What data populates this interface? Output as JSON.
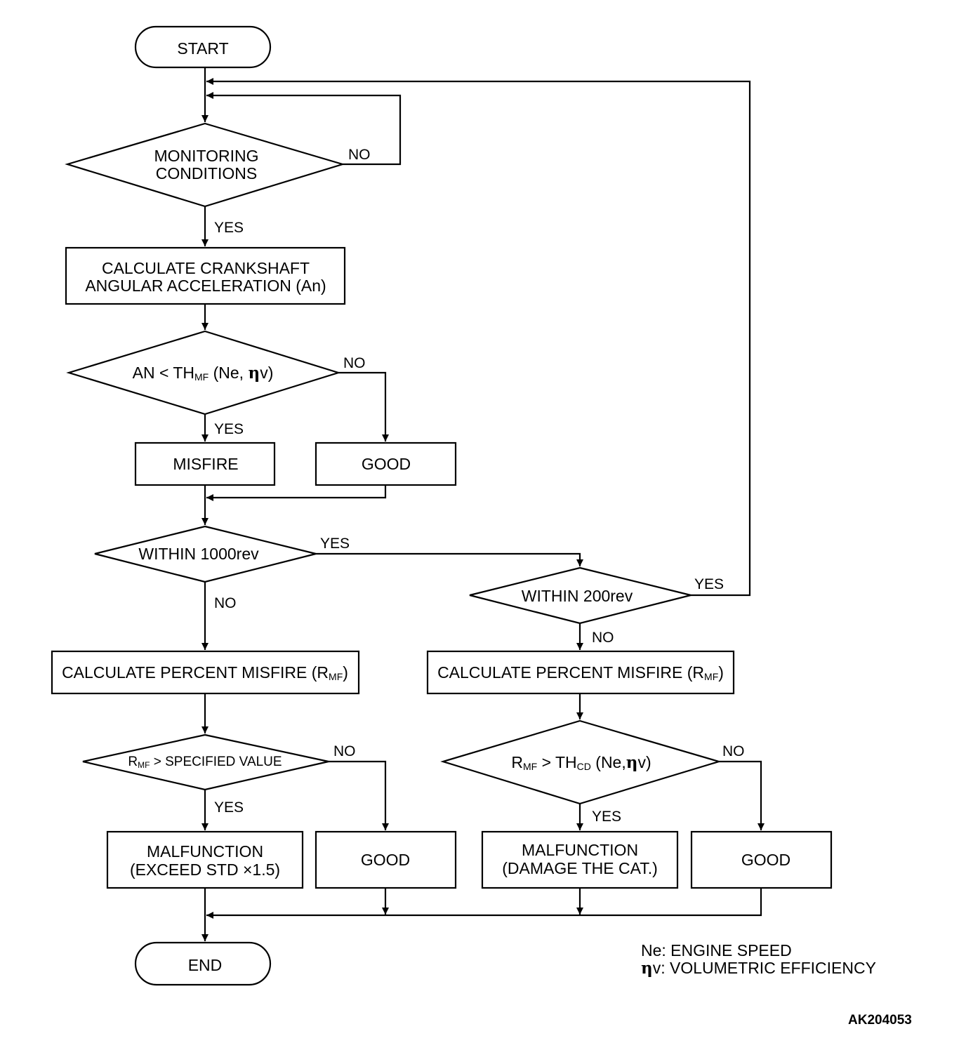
{
  "nodes": {
    "start": "START",
    "monitoring_line1": "MONITORING",
    "monitoring_line2": "CONDITIONS",
    "calc_accel_line1": "CALCULATE CRANKSHAFT",
    "calc_accel_line2": "ANGULAR ACCELERATION (An)",
    "an_test": {
      "a": "AN < TH",
      "sub": "MF",
      "b": " (Ne, ",
      "eta": "η",
      "c": "v)"
    },
    "misfire": "MISFIRE",
    "good_1": "GOOD",
    "within_1000": "WITHIN 1000rev",
    "within_200": "WITHIN 200rev",
    "calc_pct_left": {
      "a": "CALCULATE PERCENT MISFIRE (R",
      "sub": "MF",
      "b": ")"
    },
    "calc_pct_right": {
      "a": "CALCULATE PERCENT MISFIRE (R",
      "sub": "MF",
      "b": ")"
    },
    "rmf_spec": {
      "a": "R",
      "sub": "MF",
      "b": " > SPECIFIED VALUE"
    },
    "rmf_thcd": {
      "a": "R",
      "sub1": "MF",
      "b": " > TH",
      "sub2": "CD",
      "c": " (Ne,",
      "eta": "η",
      "d": "v)"
    },
    "malfunction_std_line1": "MALFUNCTION",
    "malfunction_std_line2": "(EXCEED STD  ×1.5)",
    "good_2": "GOOD",
    "malfunction_cat_line1": "MALFUNCTION",
    "malfunction_cat_line2": "(DAMAGE THE CAT.)",
    "good_3": "GOOD",
    "end": "END"
  },
  "edge_labels": {
    "monitoring_no": "NO",
    "monitoring_yes": "YES",
    "an_no": "NO",
    "an_yes": "YES",
    "w1000_yes": "YES",
    "w1000_no": "NO",
    "w200_yes": "YES",
    "w200_no": "NO",
    "rmf_spec_no": "NO",
    "rmf_spec_yes": "YES",
    "rmf_thcd_no": "NO",
    "rmf_thcd_yes": "YES"
  },
  "legend": {
    "ne": "Ne: ENGINE SPEED",
    "eta_symbol": "η",
    "eta_text": "v: VOLUMETRIC EFFICIENCY"
  },
  "figure_code": "AK204053"
}
